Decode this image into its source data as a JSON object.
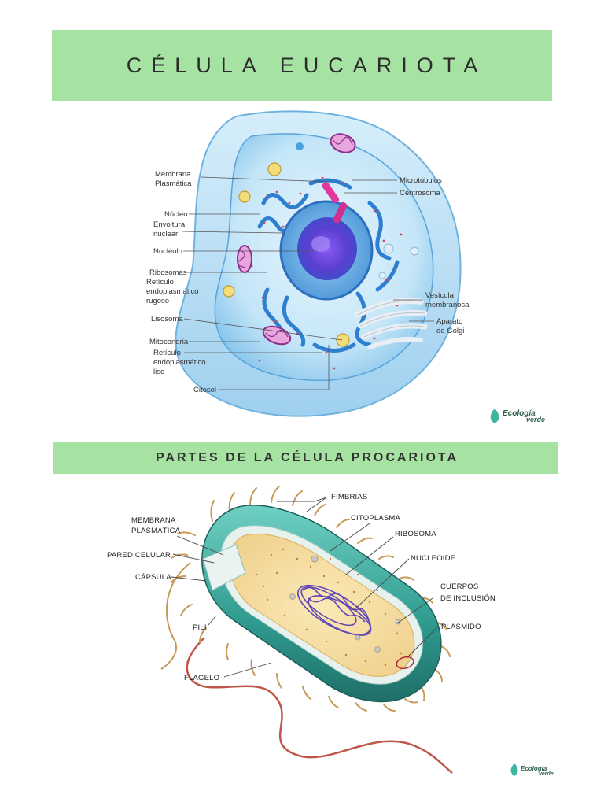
{
  "eukaryote": {
    "title": "CÉLULA EUCARIOTA",
    "labels": {
      "membrana_1": "Membrana",
      "membrana_2": "Plasmática",
      "nucleo": "Núcleo",
      "envoltura_1": "Envoltura",
      "envoltura_2": "nuclear",
      "nucleolo": "Nucléolo",
      "ribosomas": "Ribosomas",
      "rer_1": "Retículo",
      "rer_2": "endoplasmático",
      "rer_3": "rugoso",
      "lisosoma": "Lisosoma",
      "mitocondria": "Mitocondria",
      "rel_1": "Retículo",
      "rel_2": "endoplasmático",
      "rel_3": "liso",
      "citosol": "Citosol",
      "microtubulos": "Microtúbulos",
      "centrosoma": "Centrosoma",
      "vesicula_1": "Vesícula",
      "vesicula_2": "membranosa",
      "golgi_1": "Aparato",
      "golgi_2": "de Golgi"
    },
    "logo_1": "Ecología",
    "logo_2": "verde"
  },
  "prokaryote": {
    "title": "PARTES DE LA CÉLULA PROCARIOTA",
    "labels": {
      "fimbrias": "FIMBRIAS",
      "citoplasma": "CITOPLASMA",
      "membrana_1": "MEMBRANA",
      "membrana_2": "PLASMÁTICA",
      "ribosoma": "RIBOSOMA",
      "pared": "PARED CELULAR",
      "nucleoide": "NUCLEOIDE",
      "capsula": "CÁPSULA",
      "cuerpos_1": "CUERPOS",
      "cuerpos_2": "DE INCLUSIÓN",
      "pili": "PILI",
      "plasmido": "PLÁSMIDO",
      "flagelo": "FLAGELO"
    },
    "logo_1": "Ecología",
    "logo_2": "verde"
  },
  "colors": {
    "banner": "#a6e3a3",
    "cell_blue": "#bfe3f7",
    "nucleus_purple": "#6a3fd6",
    "capsule_teal": "#2f9a8f",
    "cytoplasm": "#f3dca0"
  }
}
